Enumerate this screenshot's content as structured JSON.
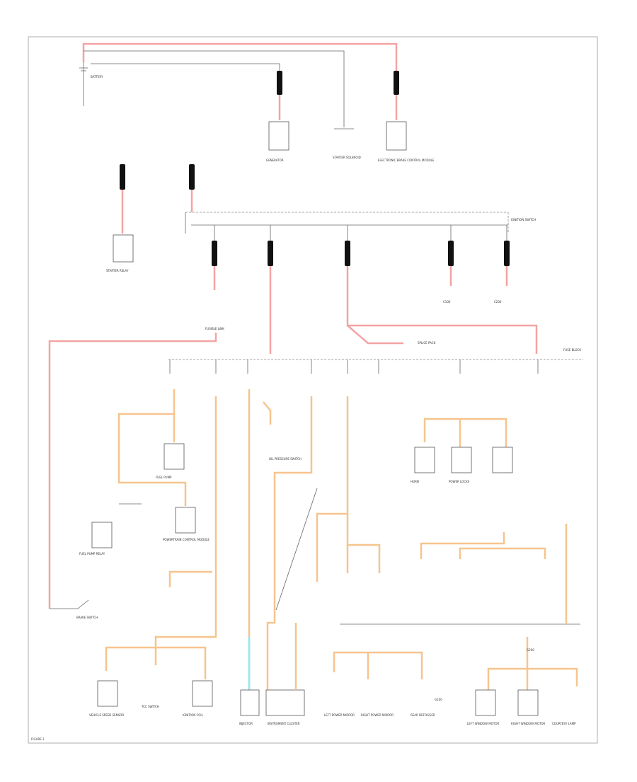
{
  "diagram": {
    "labels": {
      "battery": "BATTERY",
      "gen": "GENERATOR",
      "starter_solenoid": "STARTER SOLENOID",
      "ebcm": "ELECTRONIC BRAKE CONTROL MODULE",
      "starter_relay": "STARTER RELAY",
      "ignition_switch": "IGNITION SWITCH",
      "fusible_link": "FUSIBLE LINK",
      "fuse_block": "FUSE BLOCK",
      "splice_pack": "SPLICE PACK",
      "fuel_pump": "FUEL PUMP",
      "fuel_pump_relay": "FUEL PUMP RELAY",
      "pcm": "POWERTRAIN CONTROL MODULE",
      "vss": "VEHICLE SPEED SENSOR",
      "tcc": "TCC SWITCH",
      "oil_press": "OIL PRESSURE SWITCH",
      "ignition_coil": "IGNITION COIL",
      "injector": "INJECTOR",
      "brake_switch": "BRAKE SWITCH",
      "horn": "HORN",
      "left_power_mirror": "LEFT POWER MIRROR",
      "right_power_mirror": "RIGHT POWER MIRROR",
      "rear_defogger": "REAR DEFOGGER",
      "power_locks": "POWER LOCKS",
      "left_window": "LEFT WINDOW MOTOR",
      "right_window": "RIGHT WINDOW MOTOR",
      "instrument_cluster": "INSTRUMENT CLUSTER",
      "courtesy_lamp": "COURTESY LAMP",
      "c100": "C100",
      "c200": "C200",
      "g100": "G100",
      "g200": "G200",
      "fig": "FIGURE 1"
    }
  }
}
